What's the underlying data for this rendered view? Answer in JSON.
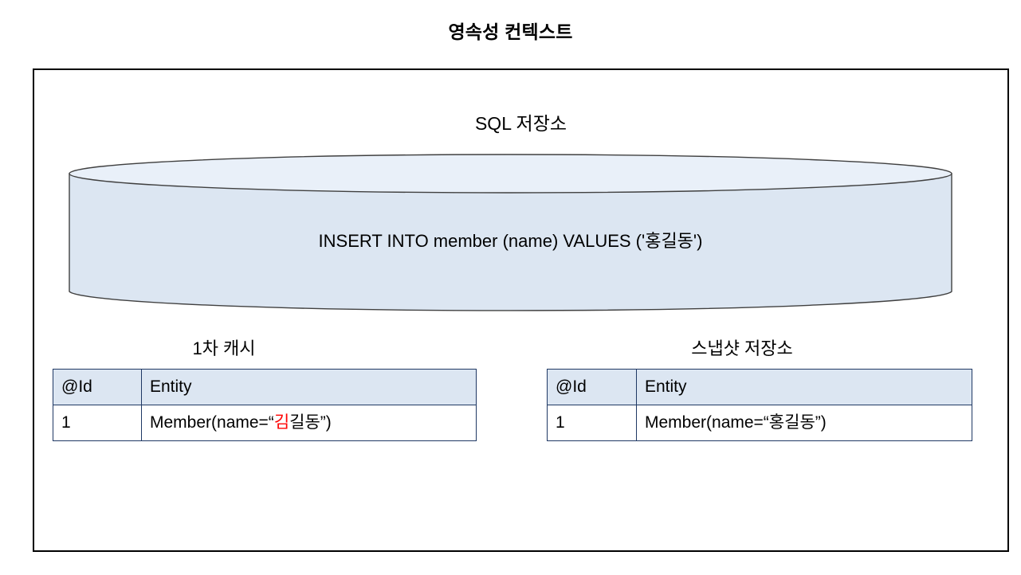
{
  "diagram": {
    "title": "영속성 컨텍스트",
    "frame_label": "persistence-context-frame"
  },
  "sql_store": {
    "label": "SQL 저장소",
    "statement": "INSERT INTO member (name) VALUES ('홍길동')",
    "shape": "cylinder",
    "body_color": "#dce6f2",
    "top_color": "#e9f0f9",
    "stroke_color": "#404040"
  },
  "first_level_cache": {
    "caption": "1차 캐시",
    "columns": [
      "@Id",
      "Entity"
    ],
    "rows": [
      {
        "id": "1",
        "entity_prefix": "Member(name=“",
        "entity_highlight": "김",
        "entity_suffix": "길동”)",
        "highlight_color": "#ff0000"
      }
    ]
  },
  "snapshot_store": {
    "caption": "스냅샷 저장소",
    "columns": [
      "@Id",
      "Entity"
    ],
    "rows": [
      {
        "id": "1",
        "entity": "Member(name=“홍길동”)"
      }
    ]
  },
  "theme": {
    "header_fill": "#dce6f2",
    "table_border": "#1f3864",
    "frame_border": "#000000",
    "background": "#ffffff",
    "text": "#000000"
  }
}
